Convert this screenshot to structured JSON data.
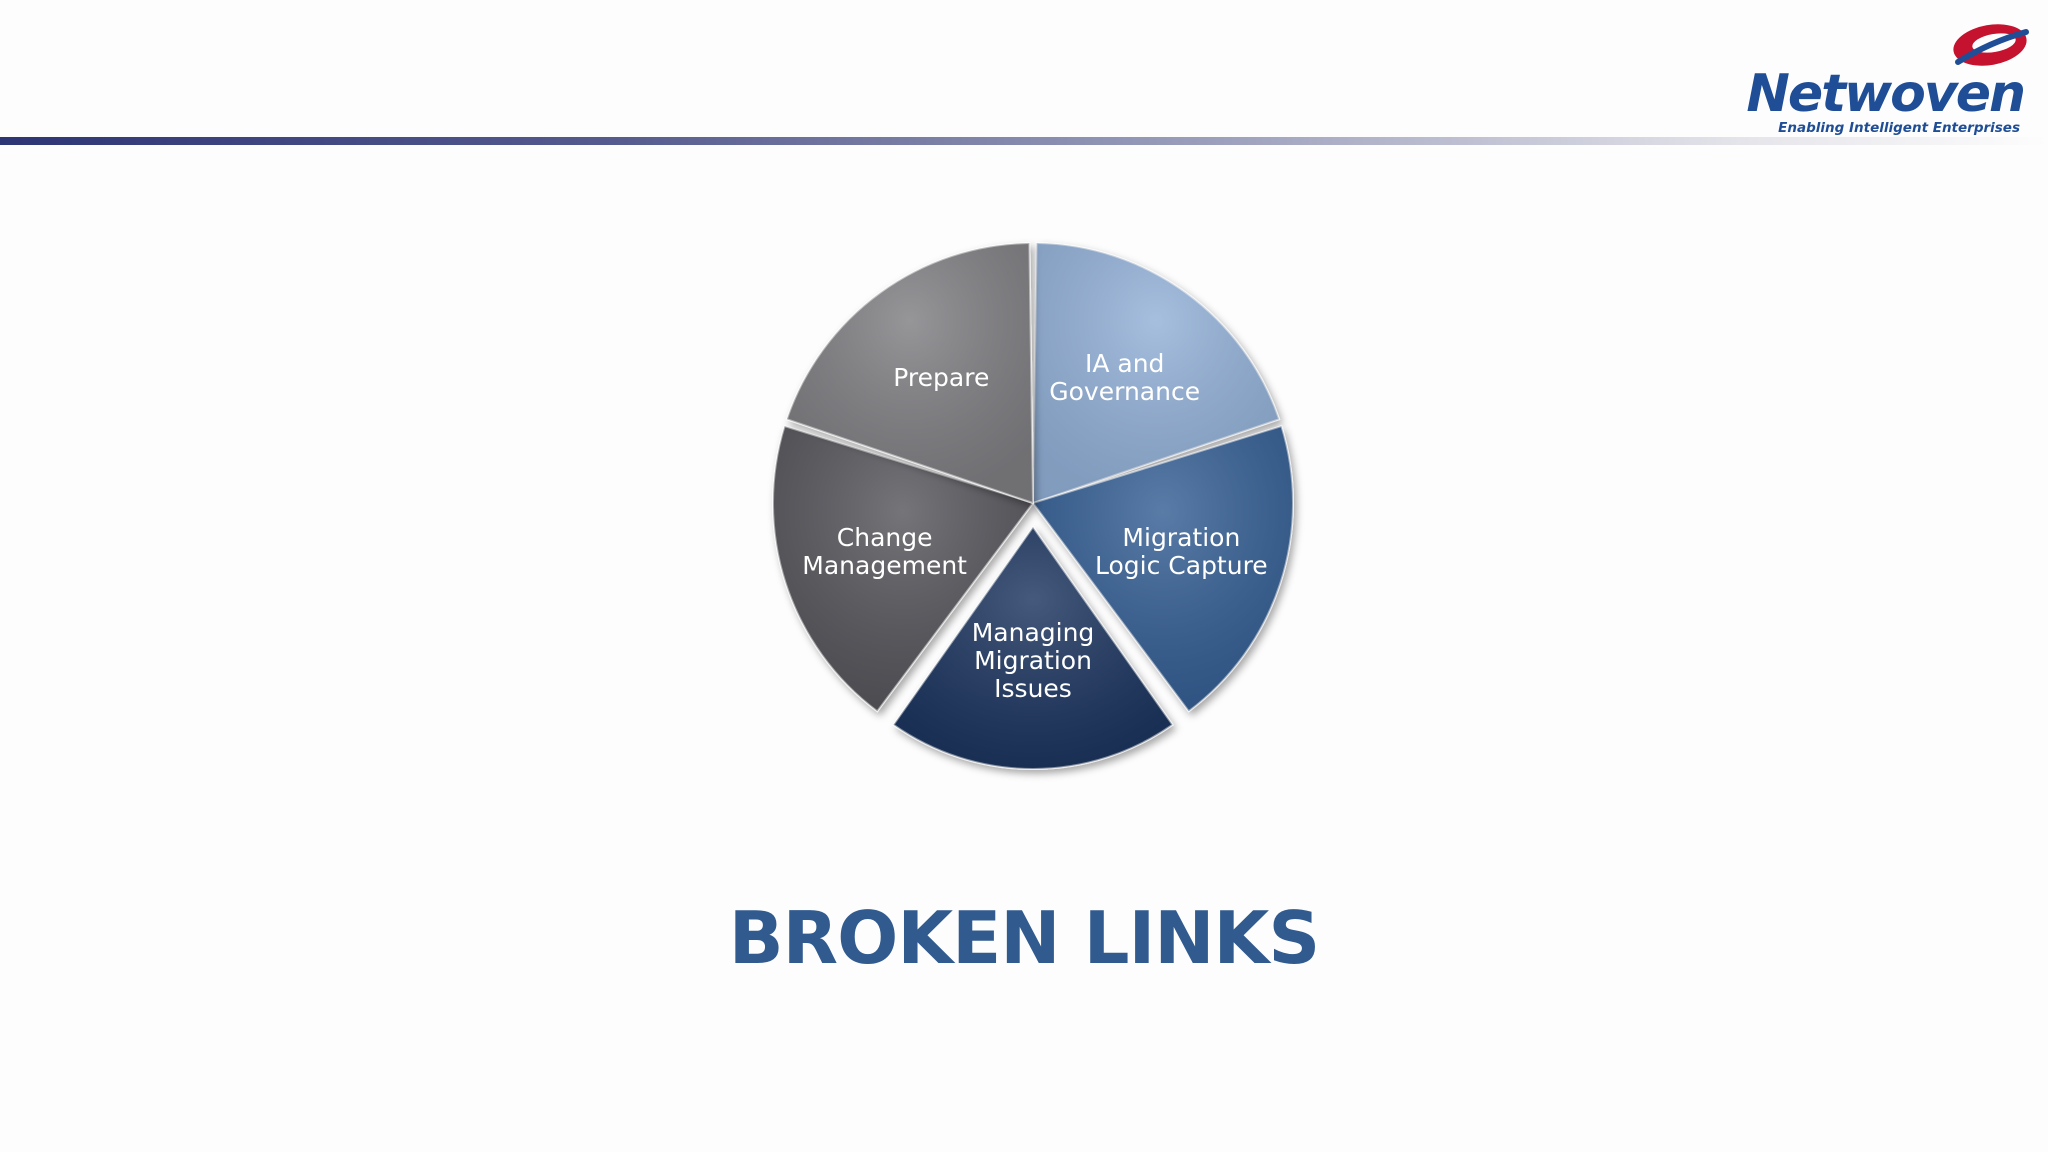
{
  "brand": {
    "name": "Netwoven",
    "tagline": "Enabling Intelligent Enterprises",
    "word_color": "#1f4e96",
    "mark_color": "#c4122f"
  },
  "diagram": {
    "segments": [
      {
        "id": "ia",
        "lines": [
          "IA and",
          "Governance"
        ],
        "color": "#93b1d8",
        "highlighted": false
      },
      {
        "id": "logic",
        "lines": [
          "Migration",
          "Logic Capture"
        ],
        "color": "#365f94",
        "highlighted": false
      },
      {
        "id": "issues",
        "lines": [
          "Managing",
          "Migration",
          "Issues"
        ],
        "color": "#1b355f",
        "highlighted": true
      },
      {
        "id": "change",
        "lines": [
          "Change",
          "Management"
        ],
        "color": "#57565b",
        "highlighted": false
      },
      {
        "id": "prepare",
        "lines": [
          "Prepare"
        ],
        "color": "#7f7e82",
        "highlighted": false
      }
    ]
  },
  "caption": {
    "text": "BROKEN LINKS",
    "color": "#315b8f"
  }
}
